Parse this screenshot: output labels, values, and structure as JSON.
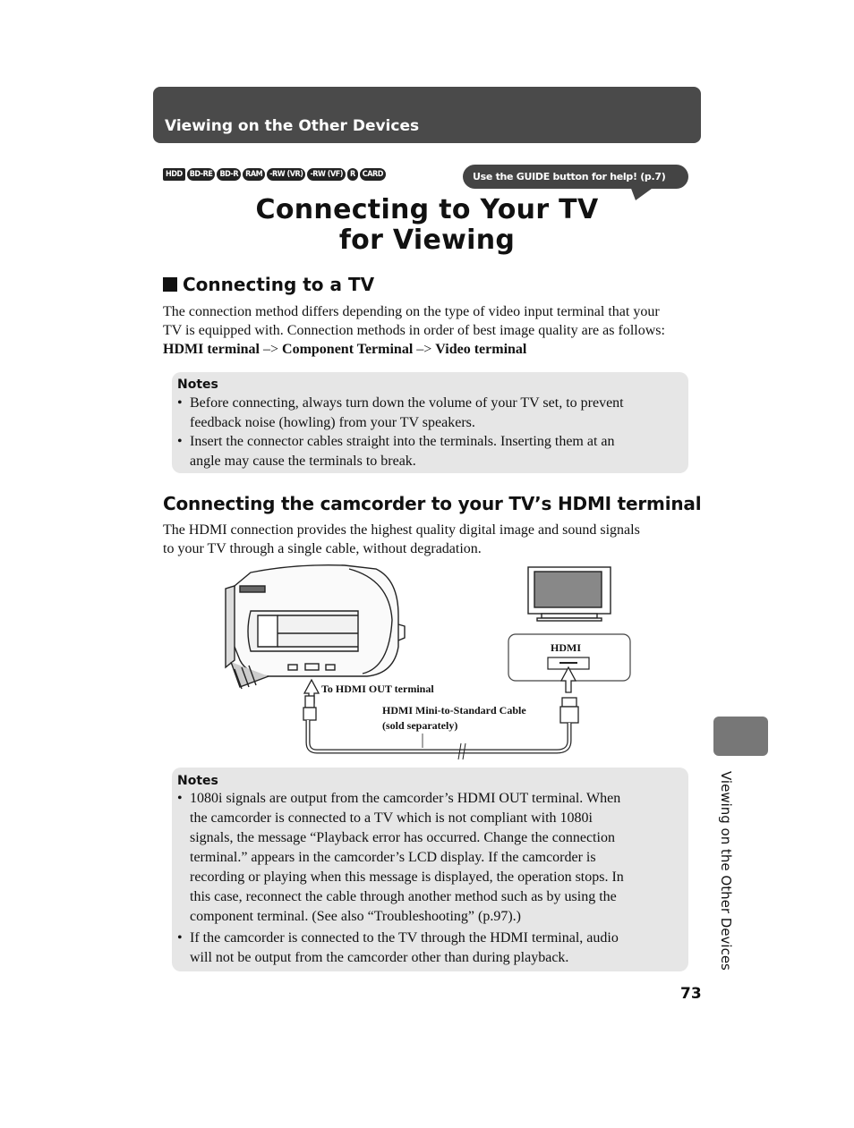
{
  "header": {
    "section_title": "Viewing on the Other Devices"
  },
  "media_badges": [
    "HDD",
    "BD-RE",
    "BD-R",
    "RAM",
    "-RW (VR)",
    "-RW (VF)",
    "R",
    "CARD"
  ],
  "guide_hint": "Use the GUIDE button for help!   (p.7)",
  "title": {
    "line1": "Connecting to Your TV",
    "line2": "for Viewing"
  },
  "section1": {
    "heading": "Connecting to a TV",
    "para_line1": "The connection method differs depending on the type of video input terminal that your",
    "para_line2": "TV is equipped with. Connection methods in order of best image quality are as follows:",
    "order": {
      "hdmi": "HDMI terminal",
      "arrow1": " –> ",
      "component": "Component Terminal",
      "arrow2": " –> ",
      "video": "Video terminal"
    }
  },
  "notes1": {
    "title": "Notes",
    "b1_line1": "Before connecting, always turn down the volume of your TV set, to prevent",
    "b1_line2": "feedback noise (howling) from your TV speakers.",
    "b2_line1": "Insert the connector cables straight into the terminals. Inserting them at an",
    "b2_line2": "angle may cause the terminals to break."
  },
  "section2": {
    "heading": "Connecting the camcorder to your TV’s HDMI terminal",
    "para_line1": "The HDMI connection provides the highest quality digital image and sound signals",
    "para_line2": "to your TV through a single cable, without degradation."
  },
  "figure": {
    "tv_port_label": "HDMI",
    "to_hdmi_out": "To HDMI OUT terminal",
    "cable_line1": "HDMI Mini-to-Standard Cable",
    "cable_line2": "(sold separately)"
  },
  "notes2": {
    "title": "Notes",
    "b1_lines": [
      "1080i signals are output from the camcorder’s HDMI OUT terminal. When",
      "the camcorder is connected to a TV which is not compliant with 1080i",
      "signals, the message “Playback error has occurred. Change the connection",
      "terminal.” appears in the camcorder’s LCD display. If the camcorder is",
      "recording or playing when this message is displayed, the operation stops. In",
      "this case, reconnect the cable through another method such as by using the",
      "component terminal. (See also “Troubleshooting” (p.97).)"
    ],
    "b2_lines": [
      "If the camcorder is connected to the TV through the HDMI terminal, audio",
      "will not be output from the camcorder other than during playback."
    ]
  },
  "side_tab_text": "Viewing on the Other Devices",
  "page_number": "73"
}
